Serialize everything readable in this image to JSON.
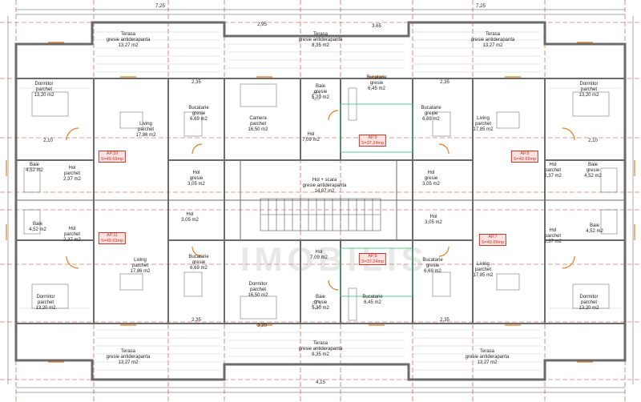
{
  "rooms": [
    {
      "id": "terasa-tl",
      "name": "Terasa",
      "finish": "gresie antiderapanta",
      "area": "13,27 m2"
    },
    {
      "id": "terasa-tc",
      "name": "Terasa",
      "finish": "gresie antiderapanta",
      "area": "8,35 m2"
    },
    {
      "id": "terasa-tr",
      "name": "Terasa",
      "finish": "gresie antiderapanta",
      "area": "13,27 m2"
    },
    {
      "id": "dormitor-tl",
      "name": "Dormitor",
      "finish": "parchet",
      "area": "13,20 m2"
    },
    {
      "id": "dormitor-tr",
      "name": "Dormitor",
      "finish": "parchet",
      "area": "13,20 m2"
    },
    {
      "id": "baie-tc",
      "name": "Baie",
      "finish": "gresie",
      "area": "5,20 m2"
    },
    {
      "id": "bucatarie-tc",
      "name": "Bucatarie",
      "finish": "gresie",
      "area": "6,45 m2"
    },
    {
      "id": "bucatarie-tl",
      "name": "Bucatarie",
      "finish": "gresie",
      "area": "6,69 m2"
    },
    {
      "id": "camera-tc",
      "name": "Camera",
      "finish": "parchet",
      "area": "16,50 m2"
    },
    {
      "id": "bucatarie-tr",
      "name": "Bucatarie",
      "finish": "gresie",
      "area": "6,69 m2"
    },
    {
      "id": "living-tl",
      "name": "Living",
      "finish": "parchet",
      "area": "17,86 m2"
    },
    {
      "id": "hol-tc",
      "name": "Hol",
      "finish": "",
      "area": "7,09 m2"
    },
    {
      "id": "living-tr",
      "name": "Living",
      "finish": "parchet",
      "area": "17,85 m2"
    },
    {
      "id": "baie-ml",
      "name": "Baie",
      "finish": "",
      "area": "4,52 m2"
    },
    {
      "id": "hol-ml",
      "name": "Hol",
      "finish": "parchet",
      "area": "2,37 m2"
    },
    {
      "id": "hol-mcl",
      "name": "Hol",
      "finish": "gresie",
      "area": "3,05 m2"
    },
    {
      "id": "holscara",
      "name": "Hol + scara",
      "finish": "gresie antiderapanta",
      "area": "14,87 m2"
    },
    {
      "id": "hol-mcr",
      "name": "Hol",
      "finish": "gresie",
      "area": "3,05 m2"
    },
    {
      "id": "hol-mr",
      "name": "Hol",
      "finish": "parchet",
      "area": "2,37 m2"
    },
    {
      "id": "baie-mr",
      "name": "Baie",
      "finish": "gresie",
      "area": "4,52 m2"
    },
    {
      "id": "baie-ml2",
      "name": "Baie",
      "finish": "",
      "area": "4,52 m2"
    },
    {
      "id": "hol-ml2",
      "name": "Hol",
      "finish": "parchet",
      "area": "2,37 m2"
    },
    {
      "id": "hol-mcl2",
      "name": "Hol",
      "finish": "",
      "area": "3,05 m2"
    },
    {
      "id": "hol-mcr2",
      "name": "Hol",
      "finish": "",
      "area": "3,05 m2"
    },
    {
      "id": "hol-mr2",
      "name": "Hol",
      "finish": "parchet",
      "area": "2,37 m2"
    },
    {
      "id": "baie-mr2",
      "name": "Baie",
      "finish": "",
      "area": "4,52 m2"
    },
    {
      "id": "living-bl",
      "name": "Living",
      "finish": "parchet",
      "area": "17,86 m2"
    },
    {
      "id": "bucatarie-bl",
      "name": "Bucatarie",
      "finish": "gresie",
      "area": "6,69 m2"
    },
    {
      "id": "hol-bc",
      "name": "Hol",
      "finish": "",
      "area": "7,09 m2"
    },
    {
      "id": "bucatarie-br",
      "name": "Bucatarie",
      "finish": "gresie",
      "area": "6,69 m2"
    },
    {
      "id": "living-br",
      "name": "Living",
      "finish": "parchet",
      "area": "17,85 m2"
    },
    {
      "id": "dormitor-bc",
      "name": "Dormitor",
      "finish": "parchet",
      "area": "16,50 m2"
    },
    {
      "id": "bucatarie-bc",
      "name": "Bucatarie",
      "finish": "",
      "area": "6,45 m2"
    },
    {
      "id": "dormitor-bl",
      "name": "Dormitor",
      "finish": "parchet",
      "area": "13,20 m2"
    },
    {
      "id": "dormitor-br",
      "name": "Dormitor",
      "finish": "parchet",
      "area": "13,20 m2"
    },
    {
      "id": "baie-bc",
      "name": "Baie",
      "finish": "gresie",
      "area": "5,30 m2"
    },
    {
      "id": "terasa-bl",
      "name": "Terasa",
      "finish": "gresie antiderapanta",
      "area": "13,27 m2"
    },
    {
      "id": "terasa-bc",
      "name": "Terasa",
      "finish": "gresie antiderapanta",
      "area": "8,35 m2"
    },
    {
      "id": "terasa-br",
      "name": "Terasa",
      "finish": "gresie antiderapanta",
      "area": "13,27 m2"
    }
  ],
  "apartments": [
    {
      "id": "ap10",
      "label": "AP.10",
      "area": "S=49,69mp"
    },
    {
      "id": "ap9",
      "label": "AP.9",
      "area": "S=37,24mp"
    },
    {
      "id": "ap8",
      "label": "AP.8",
      "area": "S=49,69mp"
    },
    {
      "id": "ap11",
      "label": "AP.11",
      "area": "S=49,69mp"
    },
    {
      "id": "ap12",
      "label": "AP.8",
      "area": "S=37,24mp"
    },
    {
      "id": "ap7",
      "label": "AP.7",
      "area": "S=49,69mp"
    }
  ],
  "dimensions": [
    "7,25",
    "7,25",
    "2,95",
    "2,35",
    "3,65",
    "4,15",
    "2,35",
    "3,20",
    "2,35",
    "2,10",
    "2,10",
    "2,35"
  ],
  "watermark": "IMOBILIS",
  "colors": {
    "wall": "#6b6b6b",
    "axis": "#c0392b",
    "opening": "#e67e22",
    "lines": "#8a8a8a"
  }
}
